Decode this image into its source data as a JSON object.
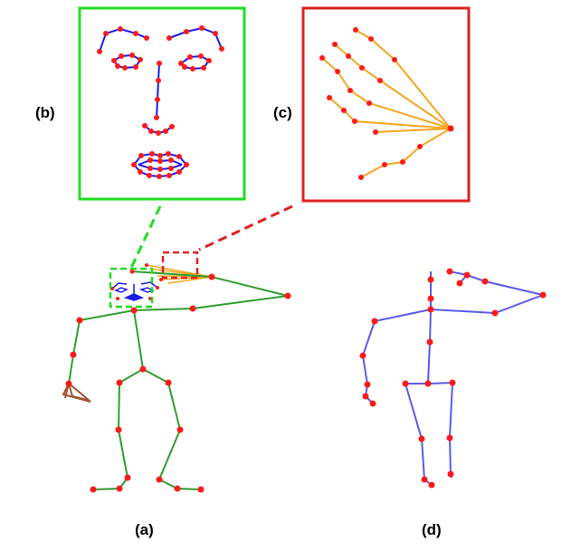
{
  "labels": {
    "a": "(a)",
    "b": "(b)",
    "c": "(c)",
    "d": "(d)"
  },
  "colors": {
    "keypoint": "#ff1a1a",
    "body_limb": "#2e9e2e",
    "face_line": "#1a1aee",
    "hand_line": "#f5a623",
    "pose_line": "#5a5ae8",
    "box_face": "#22dd22",
    "box_hand": "#dd2222",
    "small_hand": "#a0522d"
  },
  "icons": {
    "face_inset": "face-landmarks-graphic",
    "hand_inset": "hand-landmarks-graphic",
    "full_skeleton": "whole-body-skeleton-graphic",
    "body_skeleton": "body-skeleton-graphic"
  }
}
